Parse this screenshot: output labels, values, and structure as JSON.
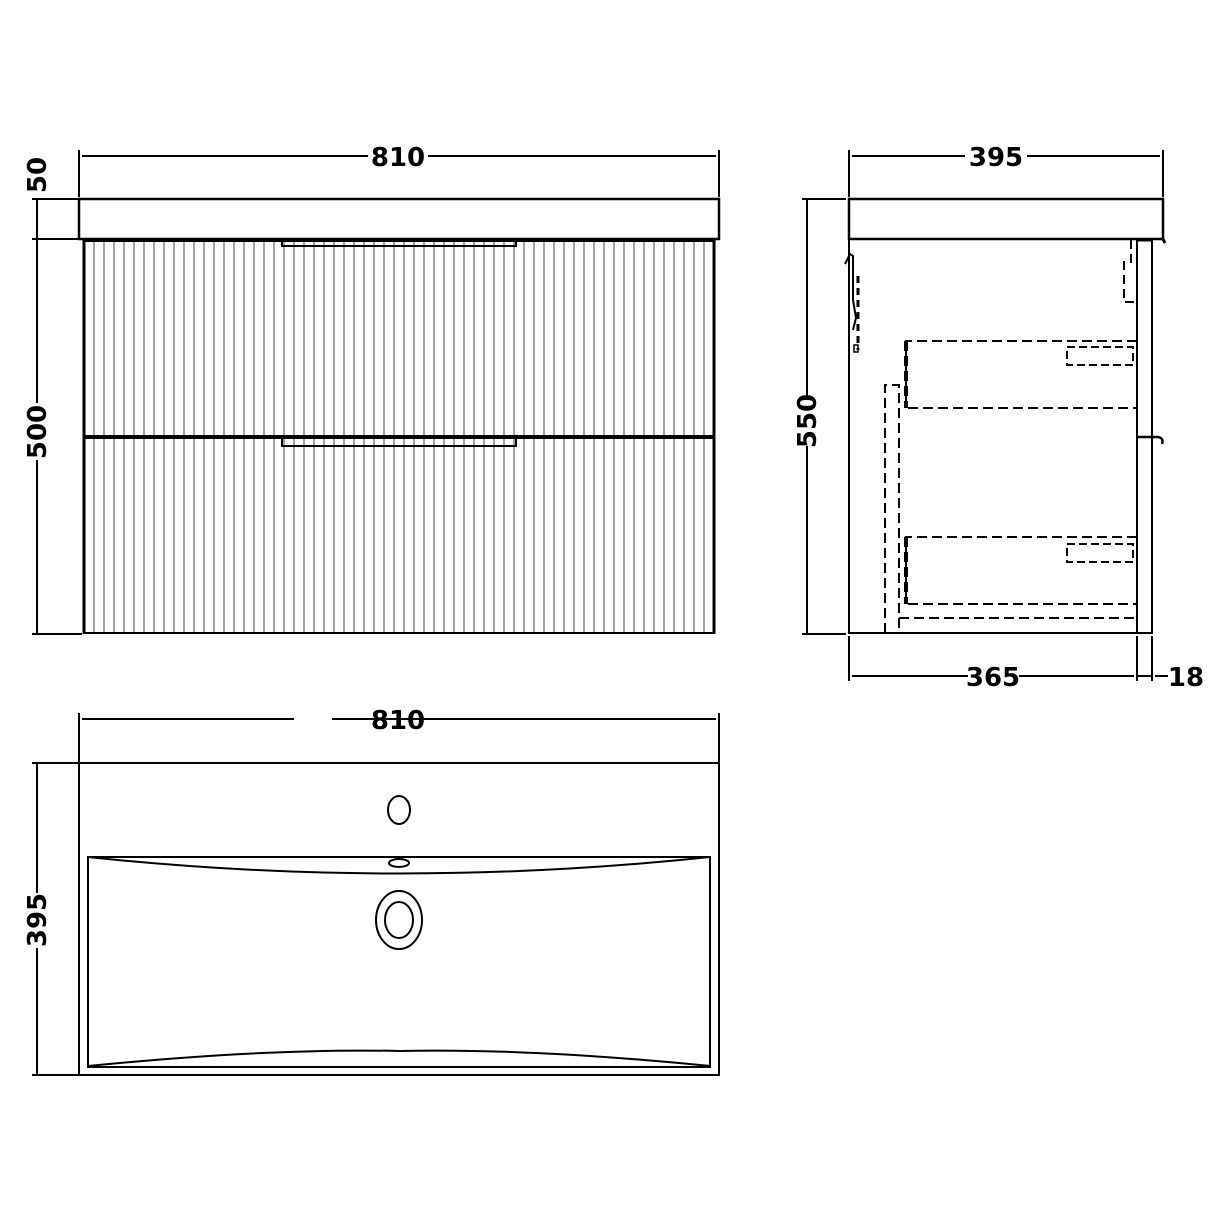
{
  "drawing": {
    "units": "mm",
    "line_color": "#000000",
    "flute_color": "#8c8c8c",
    "views": [
      {
        "name": "front-elevation",
        "dimensions": {
          "overall_width": "810",
          "basin_height": "50",
          "cabinet_height": "500"
        },
        "drawers": 2,
        "finish": "fluted"
      },
      {
        "name": "side-elevation",
        "dimensions": {
          "overall_depth": "395",
          "overall_height": "550",
          "cabinet_depth": "365",
          "wall_gap": "18"
        }
      },
      {
        "name": "plan-view",
        "dimensions": {
          "width": "810",
          "depth": "395"
        },
        "features": [
          "tap-hole",
          "overflow",
          "waste"
        ]
      }
    ]
  }
}
